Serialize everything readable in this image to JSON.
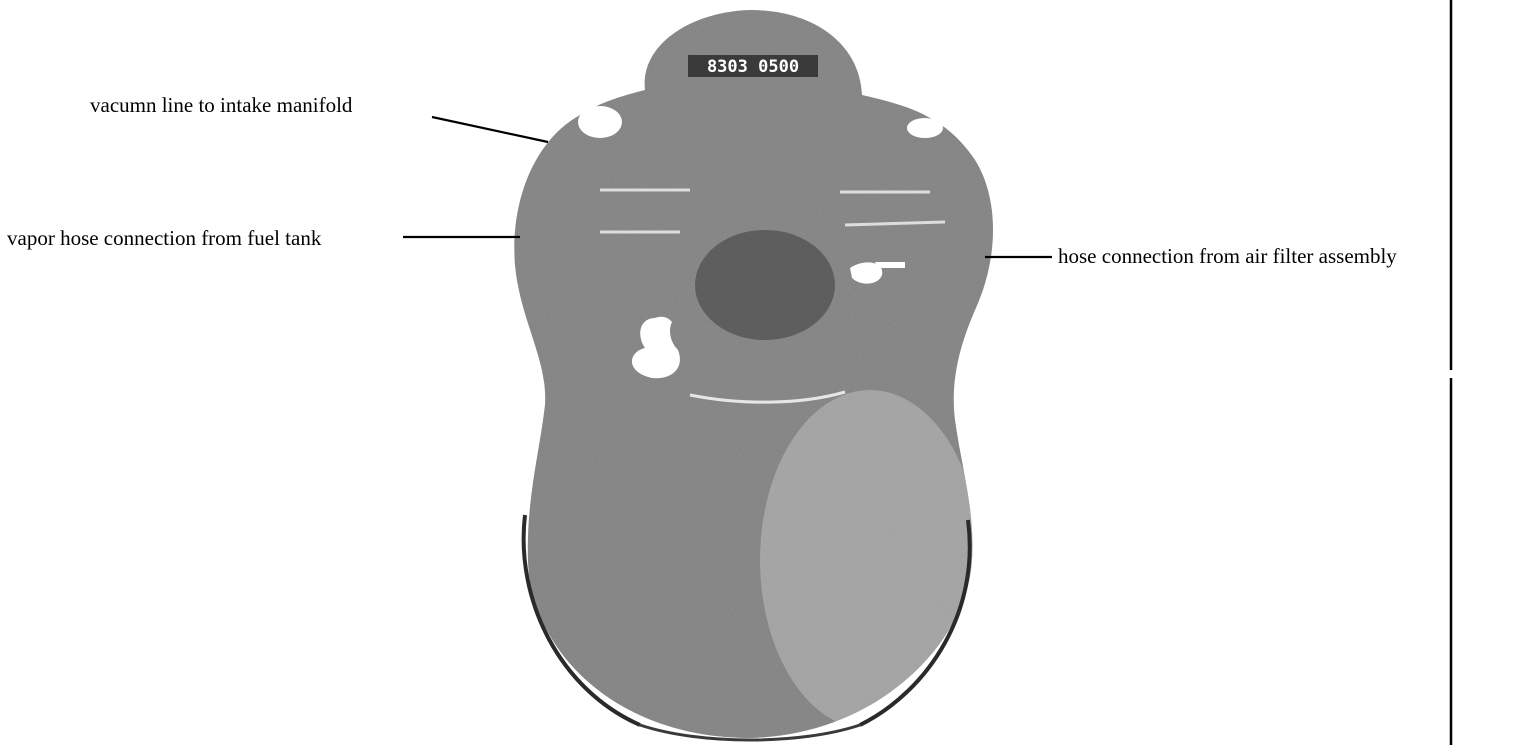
{
  "diagram": {
    "canister_stamp": "8303 0500",
    "labels": {
      "vacuum_line": "vacumn line to intake manifold",
      "vapor_hose": "vapor hose connection from fuel tank",
      "air_filter_hose": "hose connection from air filter assembly"
    }
  }
}
